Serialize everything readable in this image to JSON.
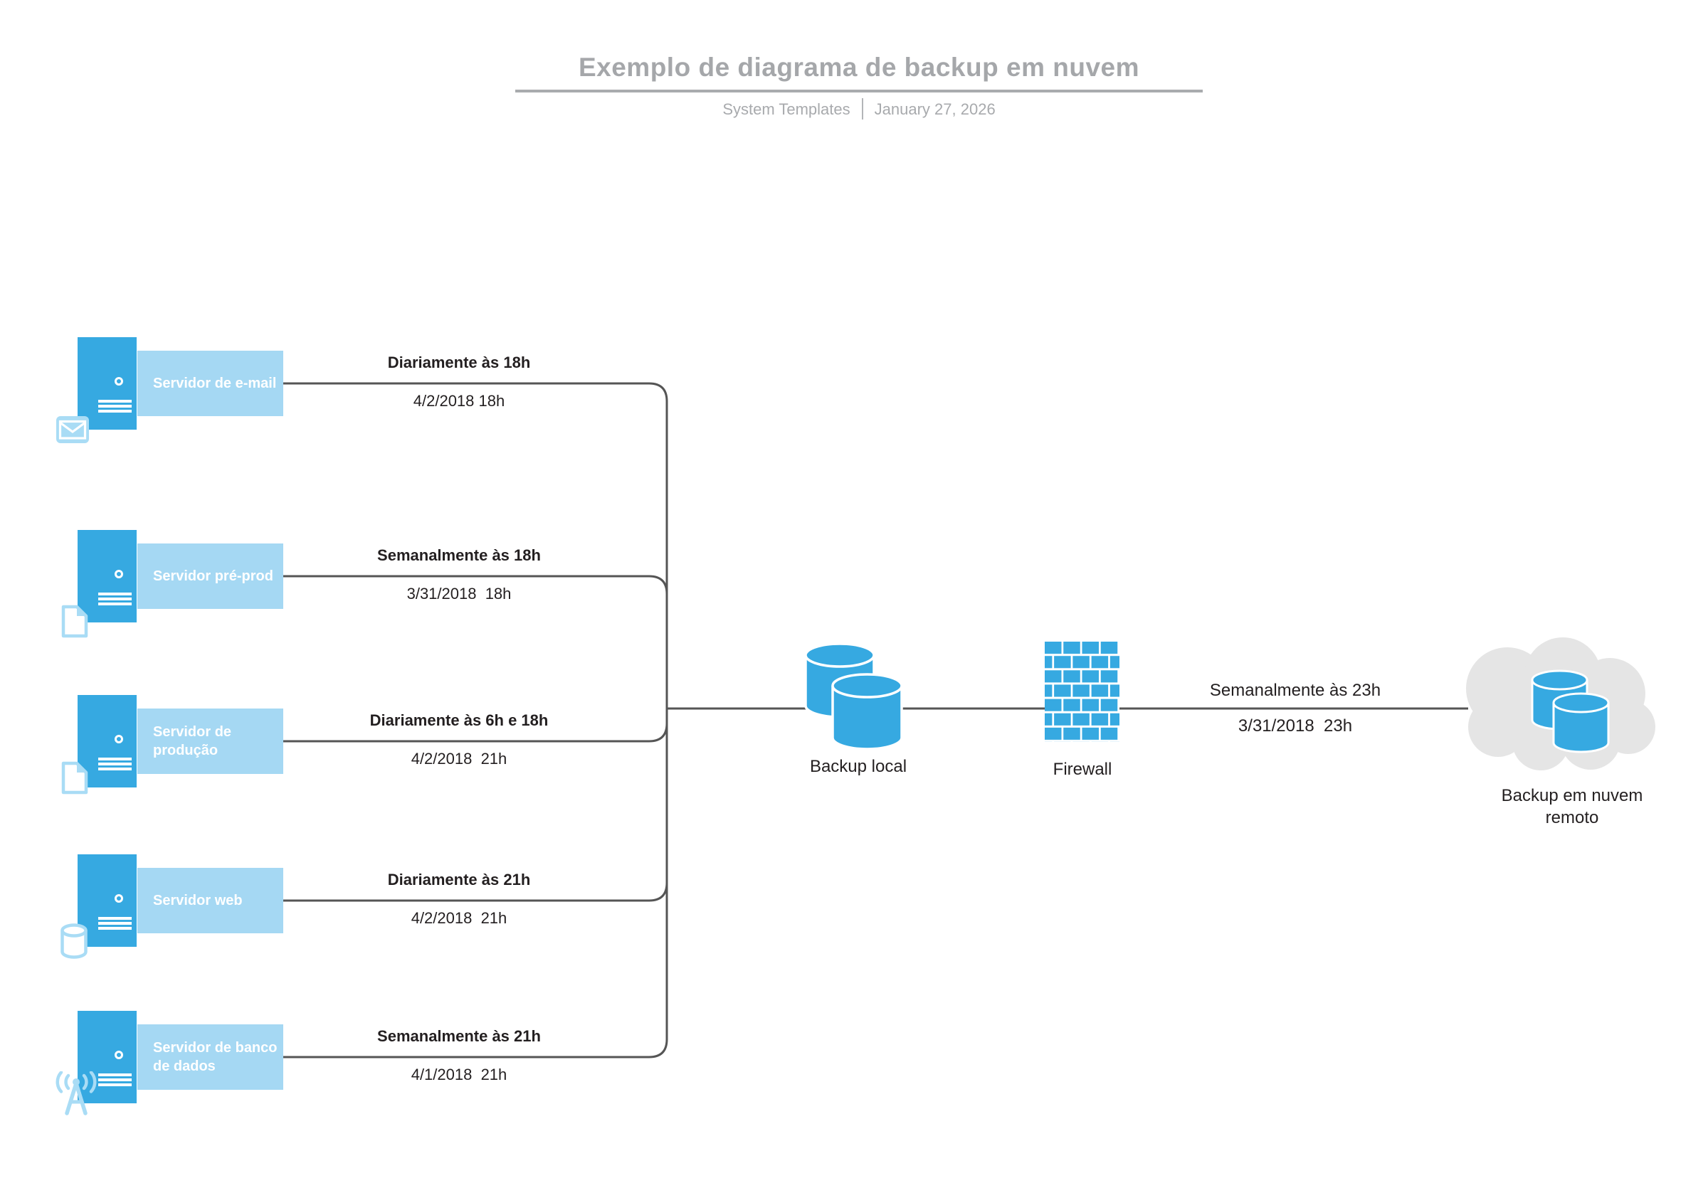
{
  "header": {
    "title": "Exemplo de diagrama de backup em nuvem",
    "subtitle_left": "System Templates",
    "subtitle_right": "January 27, 2026"
  },
  "servers": [
    {
      "label": "Servidor de e-mail",
      "icon": "envelope-icon",
      "schedule": "Diariamente às 18h",
      "date": "4/2/2018 18h"
    },
    {
      "label": "Servidor pré-prod",
      "icon": "document-icon",
      "schedule": "Semanalmente às 18h",
      "date": "3/31/2018  18h"
    },
    {
      "label": "Servidor de produção",
      "icon": "document-icon",
      "schedule": "Diariamente às 6h e 18h",
      "date": "4/2/2018  21h"
    },
    {
      "label": "Servidor web",
      "icon": "database-icon",
      "schedule": "Diariamente às 21h",
      "date": "4/2/2018  21h"
    },
    {
      "label": "Servidor de banco de dados",
      "icon": "antenna-icon",
      "schedule": "Semanalmente às 21h",
      "date": "4/1/2018  21h"
    }
  ],
  "nodes": {
    "backup_local": {
      "label": "Backup local",
      "icon": "database-stack-icon"
    },
    "firewall": {
      "label": "Firewall",
      "icon": "brick-wall-icon"
    },
    "cloud": {
      "label": "Backup em nuvem remoto",
      "icon": "cloud-database-icon"
    }
  },
  "cloud_link": {
    "schedule": "Semanalmente às 23h",
    "date": "3/31/2018  23h"
  },
  "colors": {
    "blue": "#36a9e1",
    "light_blue_box": "#a5d8f3",
    "pale_blue_icon": "#a9dcf5",
    "cloud_gray": "#e5e5e5",
    "wire_gray": "#555555",
    "text_dark": "#231f20",
    "title_gray": "#a5a7aa"
  }
}
